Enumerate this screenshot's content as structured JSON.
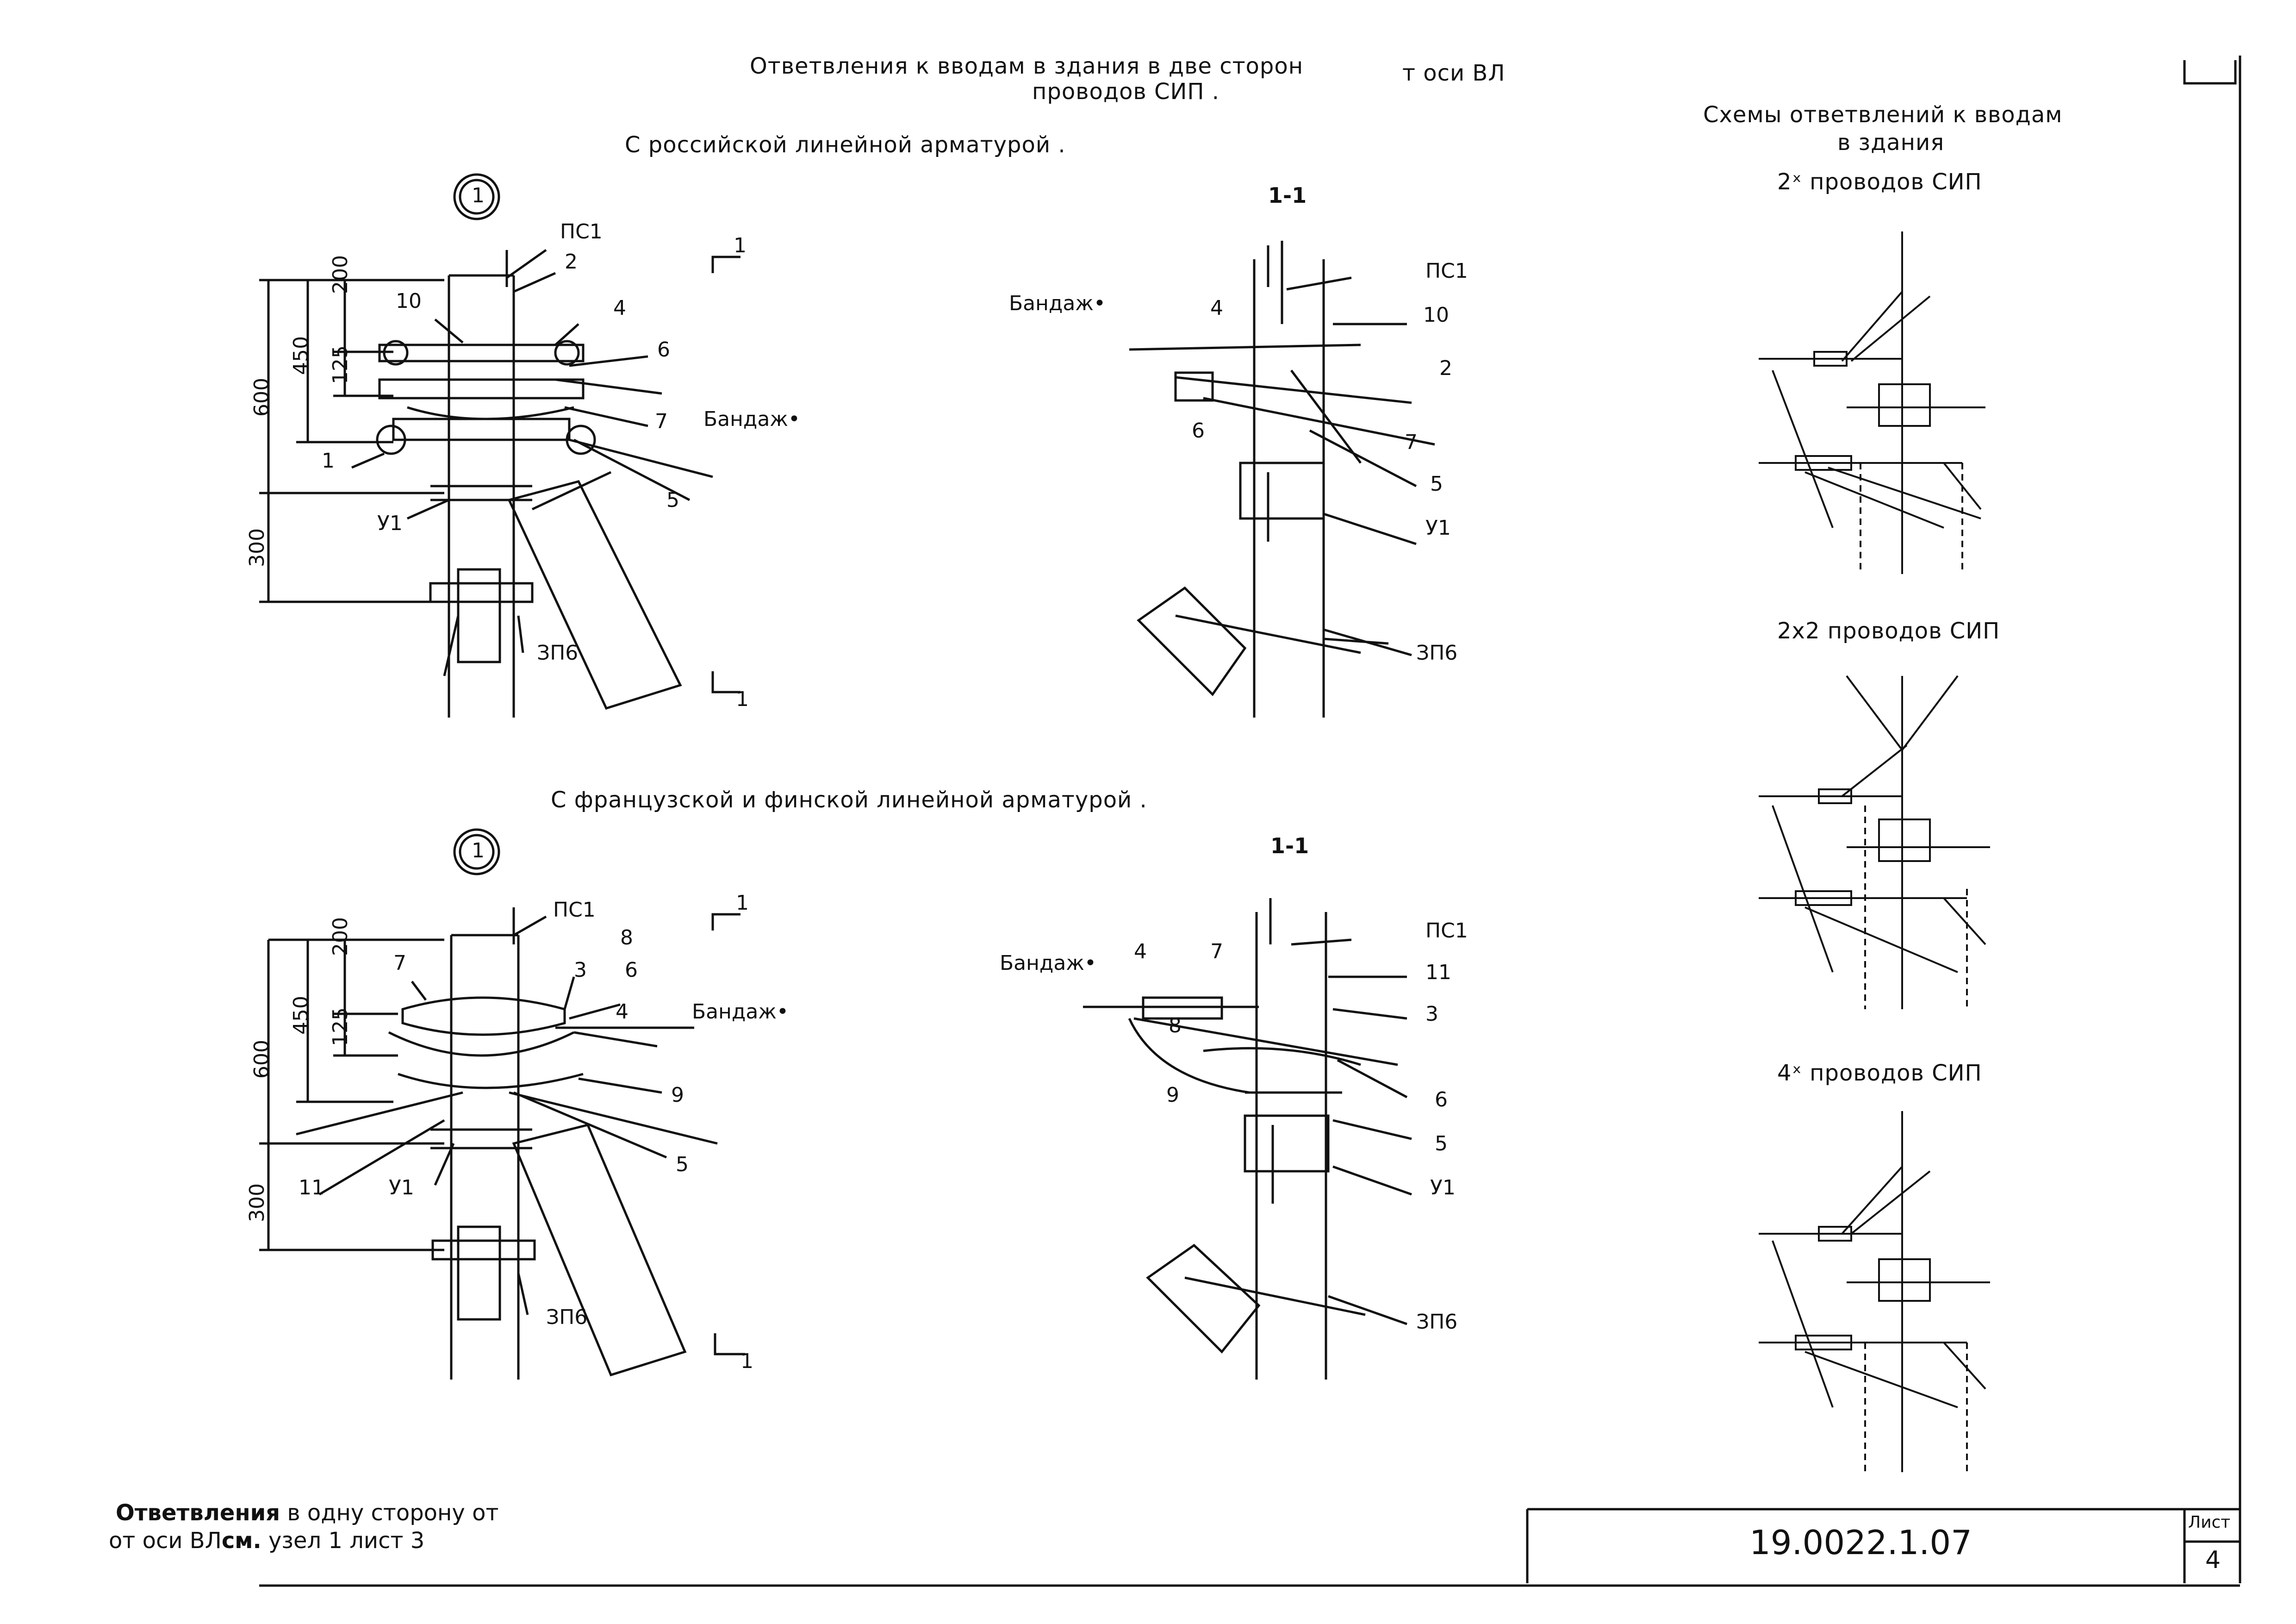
{
  "header": {
    "title_line1": "Ответвления к вводам в здания в две сторон",
    "title_line1_tail": "т оси ВЛ",
    "title_line2": "проводов СИП ."
  },
  "top_section": {
    "subtitle": "С российской линейной арматурой .",
    "node_marker": "1",
    "section_label": "1-1",
    "cut_mark": "1",
    "labels": {
      "ps1": "ПС1",
      "n2": "2",
      "n4": "4",
      "n10": "10",
      "n6": "6",
      "n7": "7",
      "n1": "1",
      "n5": "5",
      "u1": "У1",
      "zp6": "ЗП6",
      "bandage": "Бандаж•"
    },
    "dims": {
      "d200": "200",
      "d125": "125",
      "d450": "450",
      "d600": "600",
      "d300": "300"
    },
    "right_labels": {
      "bandage": "Бандаж•",
      "n4": "4",
      "ps1": "ПС1",
      "n10": "10",
      "n2": "2",
      "n7": "7",
      "n6": "6",
      "n5": "5",
      "u1": "У1",
      "zp6": "ЗП6"
    }
  },
  "bottom_section": {
    "subtitle": "С французской и финской линейной арматурой .",
    "node_marker": "1",
    "section_label": "1-1",
    "cut_mark": "1",
    "labels": {
      "ps1": "ПС1",
      "n8": "8",
      "n7": "7",
      "n3": "3",
      "n6": "6",
      "n4": "4",
      "bandage": "Бандаж•",
      "n9": "9",
      "n5": "5",
      "n11": "11",
      "u1": "У1",
      "zp6": "ЗП6"
    },
    "dims": {
      "d200": "200",
      "d125": "125",
      "d450": "450",
      "d600": "600",
      "d300": "300"
    },
    "right_labels": {
      "bandage": "Бандаж•",
      "n4": "4",
      "n7": "7",
      "ps1": "ПС1",
      "n11": "11",
      "n8": "8",
      "n3": "3",
      "n9": "9",
      "n6": "6",
      "n5": "5",
      "u1": "У1",
      "zp6": "ЗП6"
    }
  },
  "schemes": {
    "title_line1": "Схемы ответвлений к вводам",
    "title_line2": "в здания",
    "s1": "2ˣ   проводов СИП",
    "s2": "2х2 проводов СИП",
    "s3": "4ˣ   проводов СИП"
  },
  "footer": {
    "note_bold": "Ответвления",
    "note_line1_rest": " в одну сторону от",
    "note_line2a": "от оси ВЛ",
    "note_line2b": "см.",
    "note_line2c": "узел 1 лист 3",
    "doc_number": "19.0022.1.07",
    "sheet_label": "Лист",
    "sheet_number": "4"
  }
}
